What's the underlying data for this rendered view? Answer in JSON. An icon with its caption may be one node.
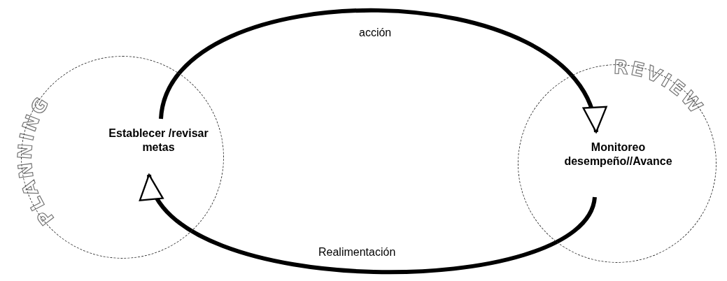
{
  "diagram": {
    "nodes": [
      {
        "text": [
          "PLANNING",
          "Establecer /revisar metas"
        ]
      },
      {
        "text": [
          "REVIEW",
          "Monitoreo desempeño//Avance"
        ]
      }
    ],
    "edges": [
      {
        "from": 0,
        "to": 1,
        "arrow": "to",
        "label": "acción"
      },
      {
        "from": 1,
        "to": 0,
        "arrow": "to",
        "label": "Realimentación"
      }
    ]
  }
}
